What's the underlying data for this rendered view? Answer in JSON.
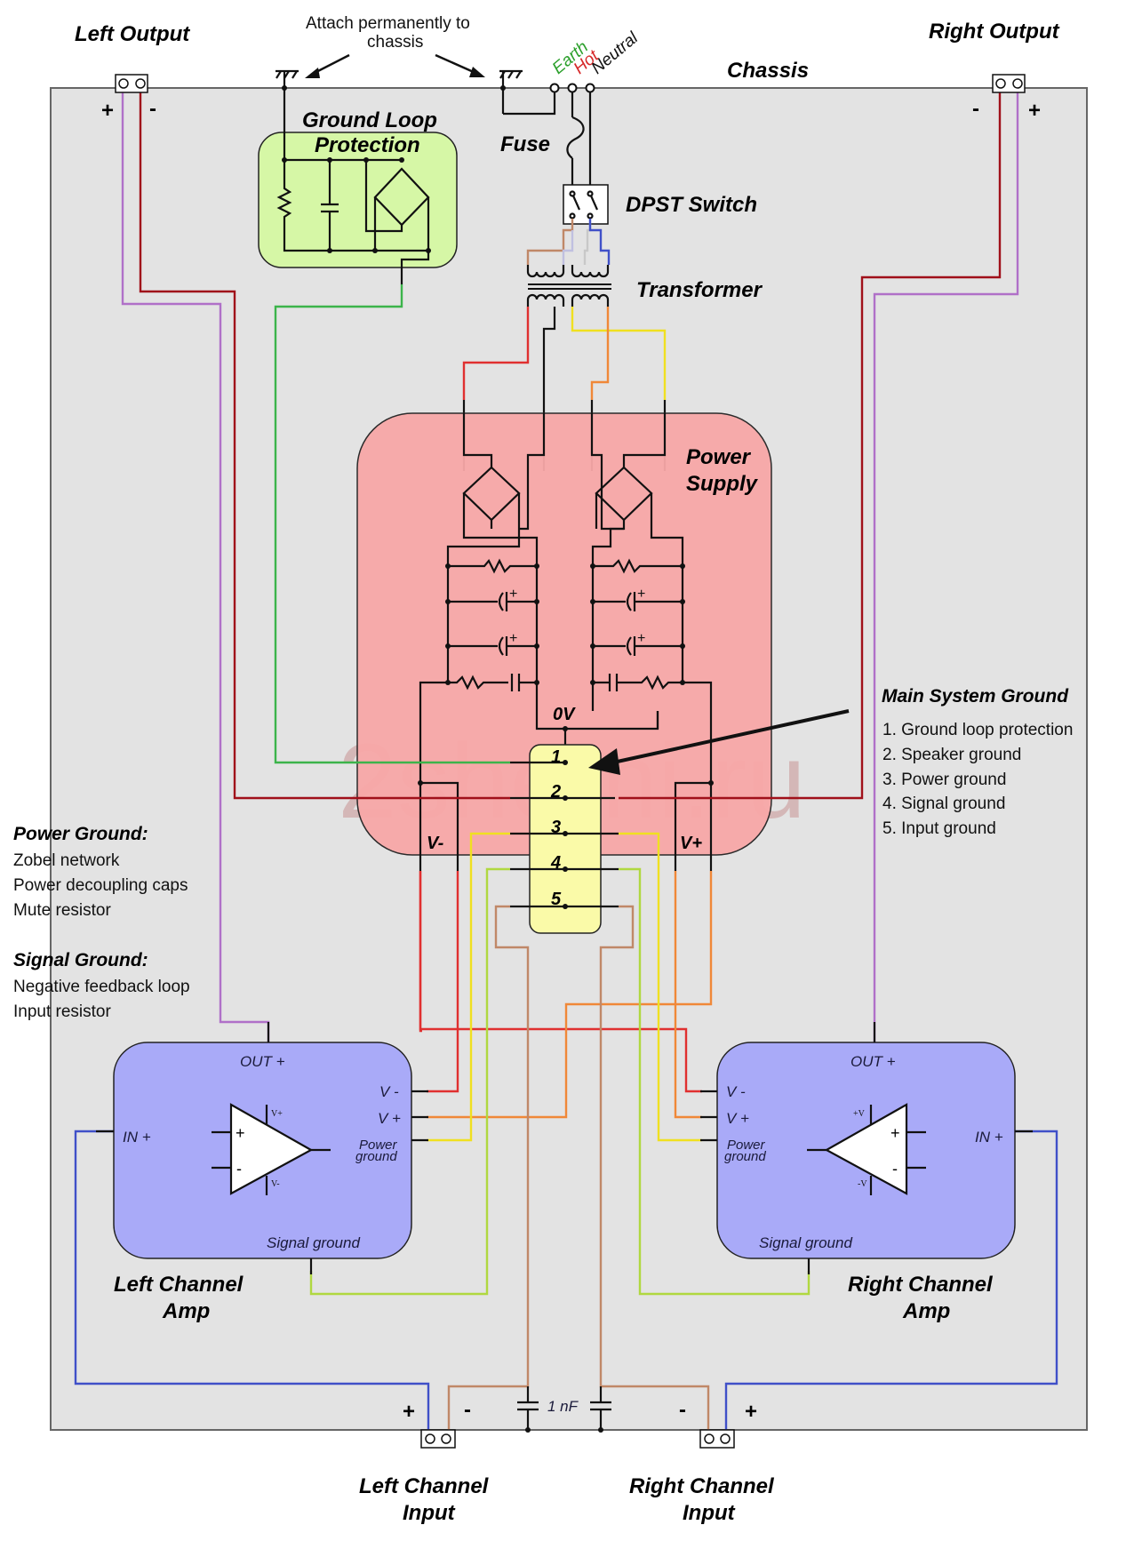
{
  "diagram": {
    "title_left_output": "Left Output",
    "title_right_output": "Right Output",
    "chassis_label": "Chassis",
    "attach_note_line1": "Attach permanently to",
    "attach_note_line2": "chassis",
    "mains": {
      "earth": "Earth",
      "hot": "Hot",
      "neutral": "Neutral"
    },
    "fuse_label": "Fuse",
    "switch_label": "DPST Switch",
    "transformer_label": "Transformer",
    "ground_loop_label_line1": "Ground Loop",
    "ground_loop_label_line2": "Protection",
    "power_supply_label_line1": "Power",
    "power_supply_label_line2": "Supply",
    "zero_volt_label": "0V",
    "v_minus_label": "V-",
    "v_plus_label": "V+",
    "bus_numbers": [
      "1",
      "2",
      "3",
      "4",
      "5"
    ],
    "main_ground": {
      "heading": "Main System Ground",
      "items": [
        "1. Ground loop protection",
        "2. Speaker ground",
        "3. Power ground",
        "4. Signal ground",
        "5. Input ground"
      ]
    },
    "power_ground": {
      "heading": "Power Ground:",
      "items": [
        "Zobel network",
        "Power decoupling caps",
        "Mute resistor"
      ]
    },
    "signal_ground": {
      "heading": "Signal Ground:",
      "items": [
        "Negative feedback loop",
        "Input resistor"
      ]
    },
    "left_amp": {
      "out": "OUT +",
      "in": "IN +",
      "vminus": "V -",
      "vplus": "V +",
      "pg1": "Power",
      "pg2": "ground",
      "sg": "Signal ground",
      "op_vplus": "V+",
      "op_vminus": "V-",
      "title1": "Left Channel",
      "title2": "Amp"
    },
    "right_amp": {
      "out": "OUT +",
      "in": "IN +",
      "vminus": "V -",
      "vplus": "V +",
      "pg1": "Power",
      "pg2": "ground",
      "sg": "Signal ground",
      "op_vplus": "+V",
      "op_vminus": "-V",
      "title1": "Right Channel",
      "title2": "Amp"
    },
    "cap_label": "1 nF",
    "left_input_title1": "Left Channel",
    "left_input_title2": "Input",
    "right_input_title1": "Right Channel",
    "right_input_title2": "Input",
    "plus": "+",
    "minus": "-",
    "watermark": "2shemi.ru",
    "colors": {
      "chassis": "#e3e3e3",
      "ground_loop_box": "#d6f7a6",
      "power_supply_box": "#f8a8a8",
      "bus_bar": "#fafaa8",
      "amp_box": "#a9aaf8",
      "wire_red": "#e03030",
      "wire_darkred": "#a0101a",
      "wire_purple": "#b070c8",
      "wire_green": "#3cb44b",
      "wire_yellow": "#f0e020",
      "wire_orange": "#f08838",
      "wire_lime": "#b0d840",
      "wire_brown": "#c08868",
      "wire_blue": "#4050c8",
      "earth_text": "#2ca02c",
      "hot_text": "#d62728"
    }
  }
}
